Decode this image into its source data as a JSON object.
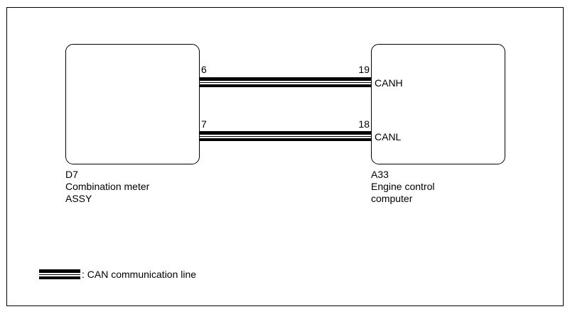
{
  "diagram_type": "wiring-diagram",
  "components": [
    {
      "id": "D7",
      "name": [
        "Combination meter",
        "ASSY"
      ]
    },
    {
      "id": "A33",
      "name": [
        "Engine control",
        "computer"
      ]
    }
  ],
  "wires": [
    {
      "signal": "CANH",
      "left_pin": "6",
      "right_pin": "19",
      "label": "CANH"
    },
    {
      "signal": "CANL",
      "left_pin": "7",
      "right_pin": "18",
      "label": "CANL"
    }
  ],
  "legend": {
    "text": ": CAN communication line"
  },
  "colors": {
    "line": "#000000",
    "background": "#ffffff"
  }
}
